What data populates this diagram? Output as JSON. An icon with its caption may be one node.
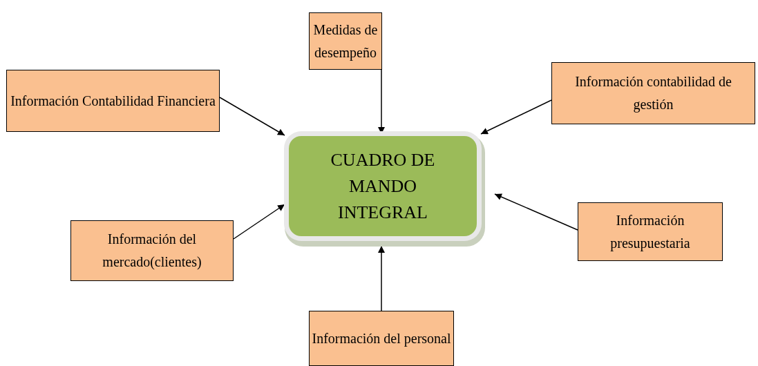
{
  "diagram": {
    "nodes": [
      {
        "text": [
          "Medidas de desempeño"
        ]
      },
      {
        "text": [
          "Información Contabilidad Financiera"
        ]
      },
      {
        "text": [
          "Información contabilidad de gestión"
        ]
      },
      {
        "text": [
          "CUADRO DE MANDO INTEGRAL"
        ]
      },
      {
        "text": [
          "Información del mercado(clientes)"
        ]
      },
      {
        "text": [
          "Información presupuestaria"
        ]
      },
      {
        "text": [
          "Información del personal"
        ]
      }
    ],
    "edges": [
      {
        "from": 0,
        "to": 3,
        "arrow": "to"
      },
      {
        "from": 1,
        "to": 3,
        "arrow": "to"
      },
      {
        "from": 2,
        "to": 3,
        "arrow": "to"
      },
      {
        "from": 4,
        "to": 3,
        "arrow": "to"
      },
      {
        "from": 5,
        "to": 3,
        "arrow": "to"
      },
      {
        "from": 6,
        "to": 3,
        "arrow": "to"
      }
    ]
  }
}
